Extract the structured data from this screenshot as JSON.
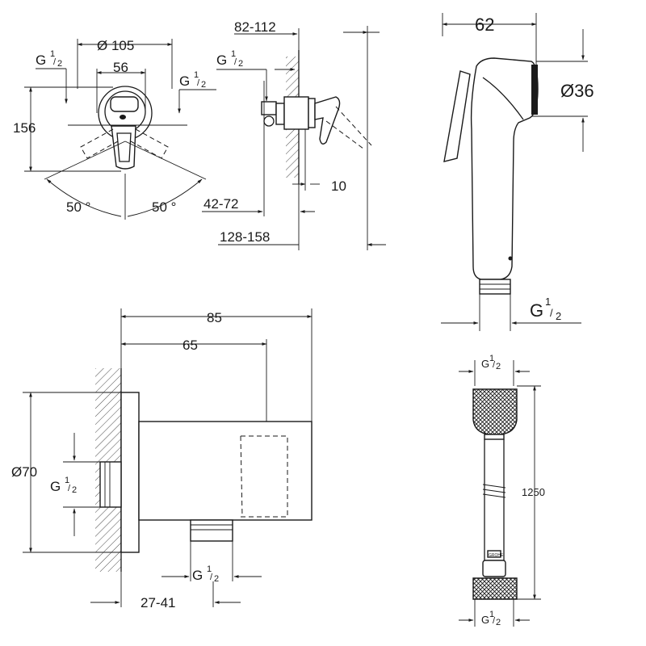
{
  "mixer_front": {
    "dim_diameter_plate": "Ø 105",
    "dim_center": "56",
    "dim_height": "156",
    "thread_left": "G",
    "thread_left_frac_num": "1",
    "thread_left_frac_den": "2",
    "thread_right": "G",
    "thread_right_frac_num": "1",
    "thread_right_frac_den": "2",
    "angle_left": "50 °",
    "angle_right": "50 °"
  },
  "mixer_side": {
    "dim_depth_range": "82-112",
    "thread": "G",
    "thread_frac_num": "1",
    "thread_frac_den": "2",
    "dim_10": "10",
    "dim_42_72": "42-72",
    "dim_128_158": "128-158"
  },
  "spray_head": {
    "dim_length": "62",
    "dim_diameter": "Ø36",
    "thread": "G",
    "thread_frac_num": "1",
    "thread_frac_den": "2"
  },
  "wall_outlet": {
    "dim_total": "85",
    "dim_65": "65",
    "dim_diameter": "Ø70",
    "thread_inlet": "G",
    "thread_inlet_frac_num": "1",
    "thread_inlet_frac_den": "2",
    "thread_outlet": "G",
    "thread_outlet_frac_num": "1",
    "thread_outlet_frac_den": "2",
    "dim_range": "27-41"
  },
  "hose": {
    "thread_top": "G",
    "thread_top_frac_num": "1",
    "thread_top_frac_den": "2",
    "dim_length": "1250",
    "thread_bottom": "G",
    "thread_bottom_frac_num": "1",
    "thread_bottom_frac_den": "2",
    "brand_mark": "GROHE"
  }
}
